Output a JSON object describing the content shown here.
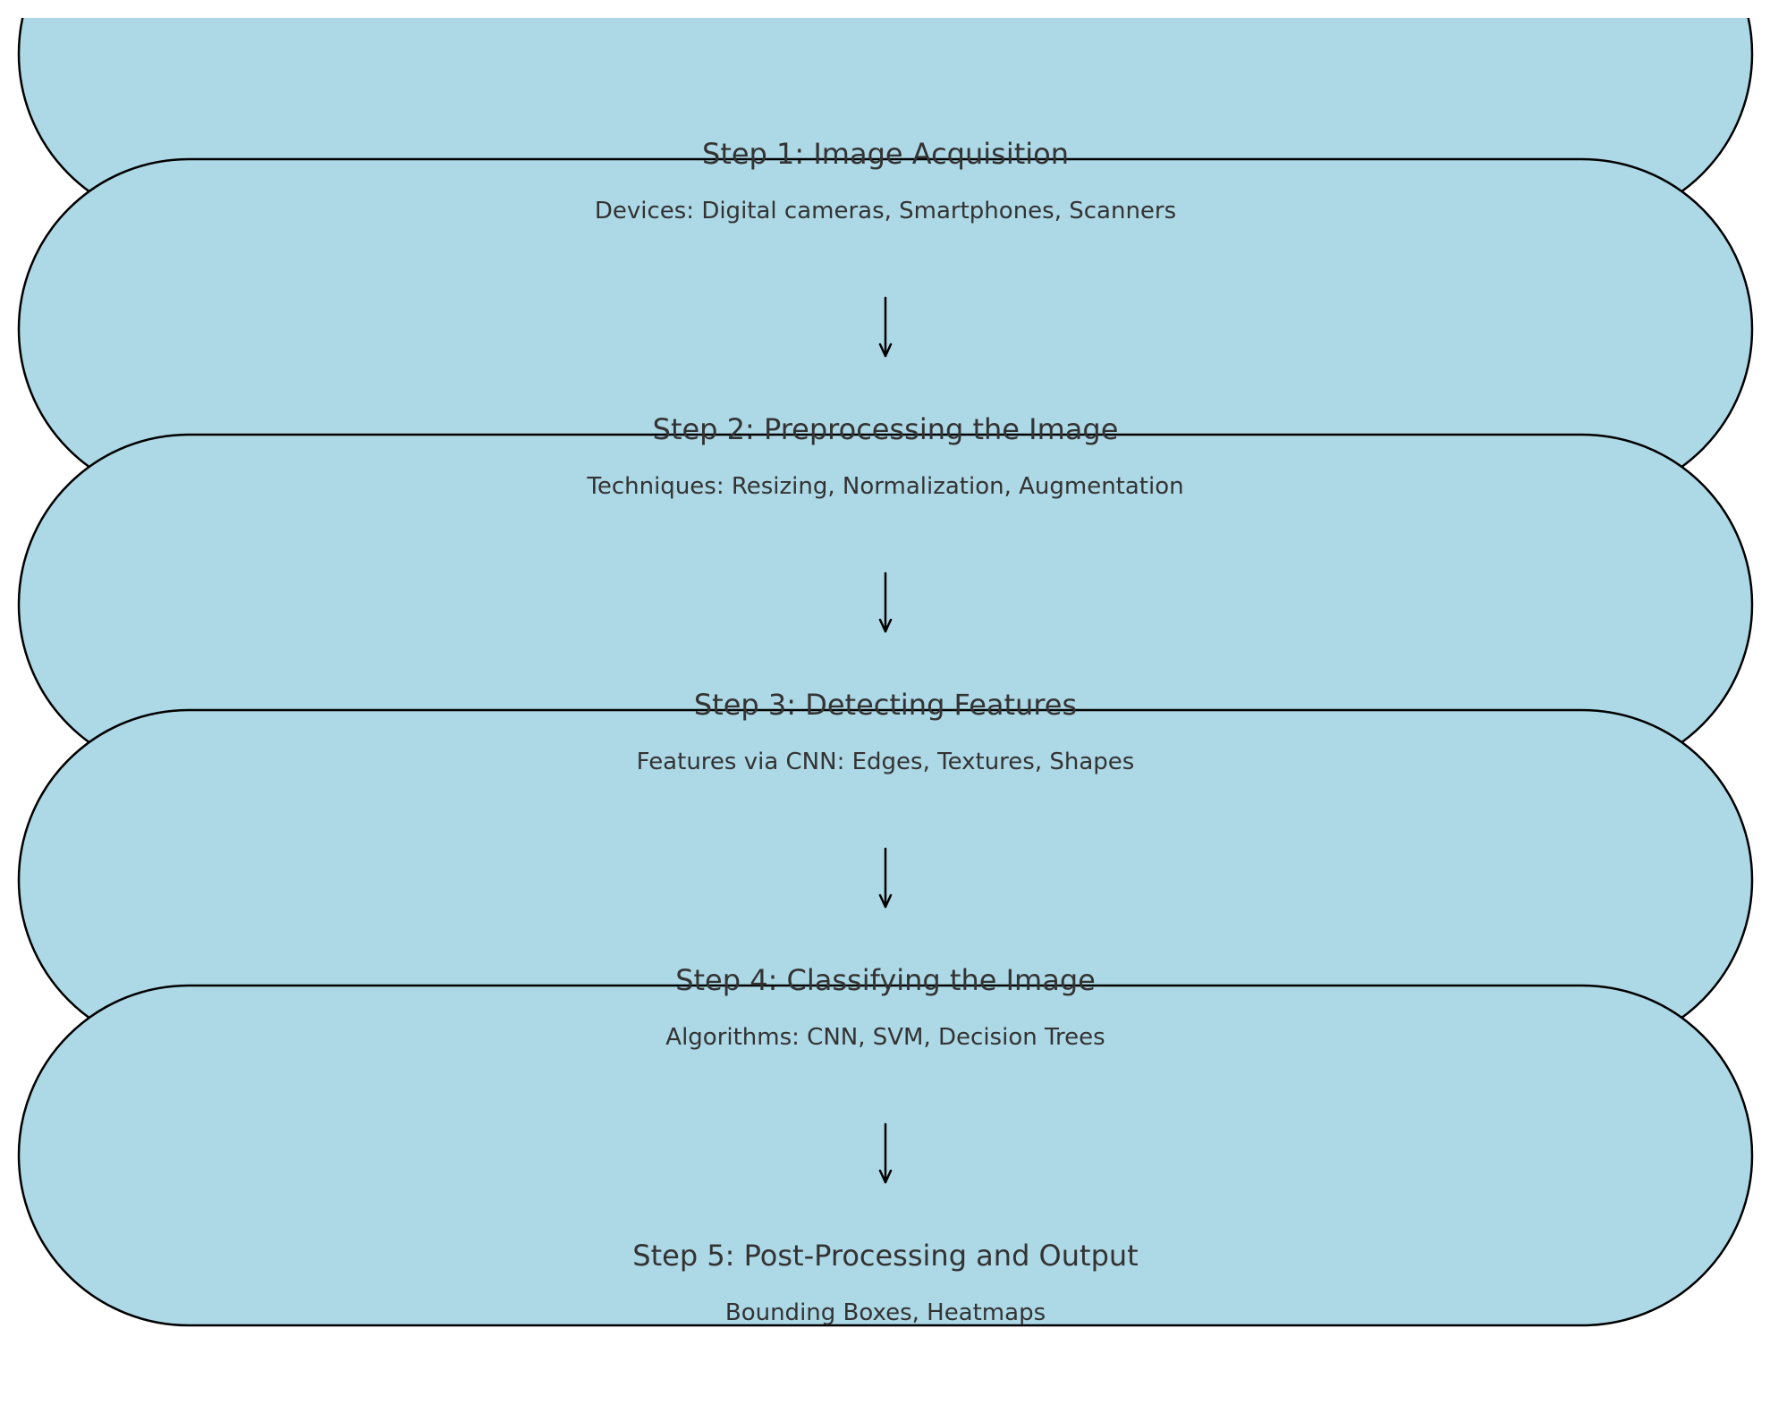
{
  "colors": {
    "box_fill": "#add8e6",
    "box_stroke": "#000000",
    "text": "#333333",
    "arrow": "#000000",
    "background": "#ffffff"
  },
  "steps": [
    {
      "title": "Step 1: Image Acquisition",
      "detail": "Devices: Digital cameras, Smartphones, Scanners"
    },
    {
      "title": "Step 2: Preprocessing the Image",
      "detail": "Techniques: Resizing, Normalization, Augmentation"
    },
    {
      "title": "Step 3: Detecting Features",
      "detail": "Features via CNN: Edges, Textures, Shapes"
    },
    {
      "title": "Step 4: Classifying the Image",
      "detail": "Algorithms: CNN, SVM, Decision Trees"
    },
    {
      "title": "Step 5: Post-Processing and Output",
      "detail": "Bounding Boxes, Heatmaps"
    }
  ]
}
